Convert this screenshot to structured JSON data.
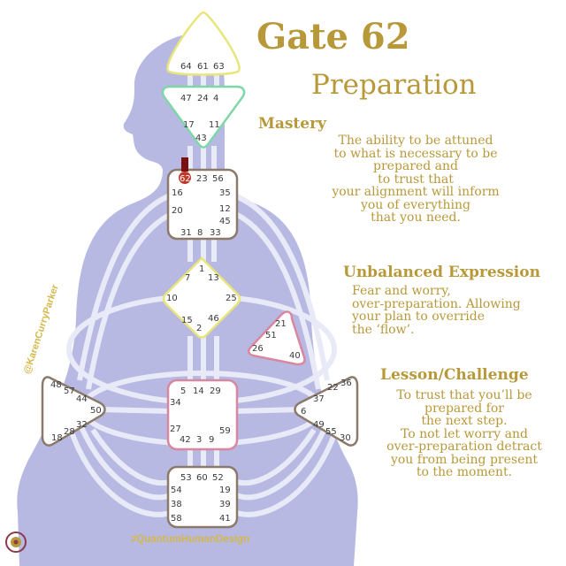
{
  "title": "Gate 62",
  "subtitle": "Preparation",
  "sections": [
    {
      "heading": "Mastery",
      "lines": [
        "The ability to be attuned",
        "to what is necessary to be",
        "prepared and",
        "to trust that",
        "your alignment will inform",
        "you of everything",
        "that you need."
      ]
    },
    {
      "heading": "Unbalanced Expression",
      "lines": [
        "Fear and worry,",
        "over-preparation. Allowing",
        "your plan to override",
        "the ‘flow’."
      ]
    },
    {
      "heading": "Lesson/Challenge",
      "lines": [
        "To trust that you’ll be",
        "prepared for",
        "the next step.",
        "To not let worry and",
        "over-preparation detract",
        "you from being present",
        "to the moment."
      ]
    }
  ],
  "handle": "@KarenCurryParker",
  "hashtag": "#QuantumHumanDesign",
  "highlighted_gate": "62",
  "colors": {
    "gold": "#b8993a",
    "body": "#b7b9e3",
    "channel": "#e9eaf7",
    "highlight": "#c0392b"
  },
  "centers": {
    "head": [
      "64",
      "61",
      "63"
    ],
    "ajna": [
      "47",
      "24",
      "4",
      "17",
      "11",
      "43"
    ],
    "throat": [
      "62",
      "23",
      "56",
      "16",
      "35",
      "20",
      "12",
      "45",
      "31",
      "8",
      "33"
    ],
    "g": [
      "1",
      "7",
      "13",
      "10",
      "25",
      "15",
      "46",
      "2"
    ],
    "heart": [
      "21",
      "51",
      "26",
      "40"
    ],
    "spleen": [
      "48",
      "57",
      "44",
      "50",
      "32",
      "28",
      "18"
    ],
    "solar": [
      "22",
      "36",
      "37",
      "6",
      "49",
      "55",
      "30"
    ],
    "sacral": [
      "5",
      "14",
      "29",
      "34",
      "27",
      "59",
      "42",
      "3",
      "9"
    ],
    "root": [
      "53",
      "60",
      "52",
      "54",
      "19",
      "38",
      "39",
      "58",
      "41"
    ]
  }
}
